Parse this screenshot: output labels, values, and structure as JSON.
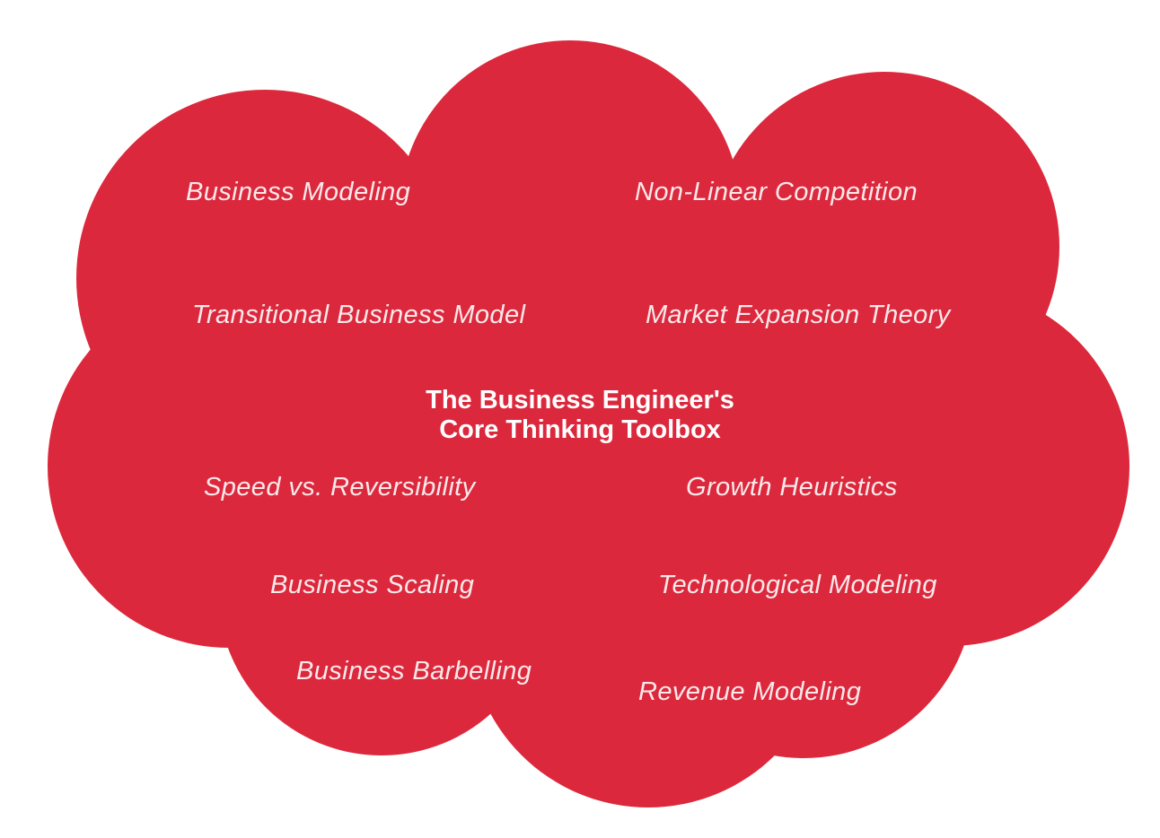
{
  "colors": {
    "cloud": "#dc283c",
    "text": "#ffffff"
  },
  "title": {
    "line1": "The Business Engineer's",
    "line2": "Core Thinking Toolbox"
  },
  "items": [
    "Business Modeling",
    "Non-Linear Competition",
    "Transitional Business Model",
    "Market Expansion Theory",
    "Speed vs. Reversibility",
    "Growth Heuristics",
    "Business Scaling",
    "Technological Modeling",
    "Business Barbelling",
    "Revenue Modeling"
  ]
}
